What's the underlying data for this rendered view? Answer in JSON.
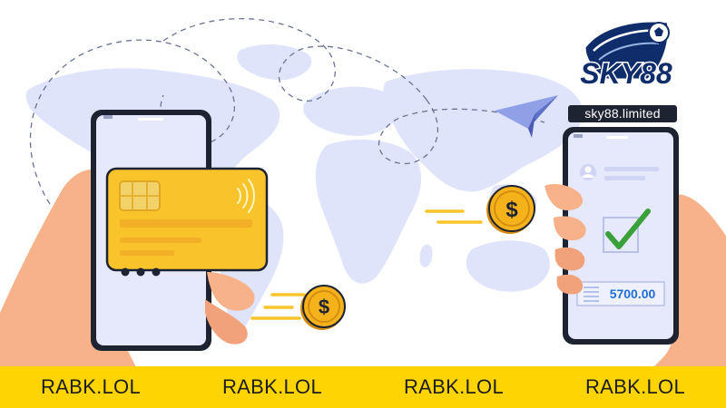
{
  "brand": {
    "logo_text": "SKY88",
    "domain": "sky88.limited"
  },
  "receipt": {
    "amount": "5700.00"
  },
  "banner": {
    "items": [
      "RABK.LOL",
      "RABK.LOL",
      "RABK.LOL",
      "RABK.LOL"
    ]
  },
  "icons": {
    "coin": "dollar-coin-icon",
    "check": "check-icon",
    "plane": "paper-plane-icon"
  },
  "colors": {
    "banner": "#ffd400",
    "card": "#f9c42b",
    "coin": "#f6b21b",
    "check": "#3aa03a",
    "map": "#dfe4fb",
    "phone_screen": "#e6e9fb",
    "skin": "#f7b28a",
    "logo_navy": "#0f2c6b"
  }
}
